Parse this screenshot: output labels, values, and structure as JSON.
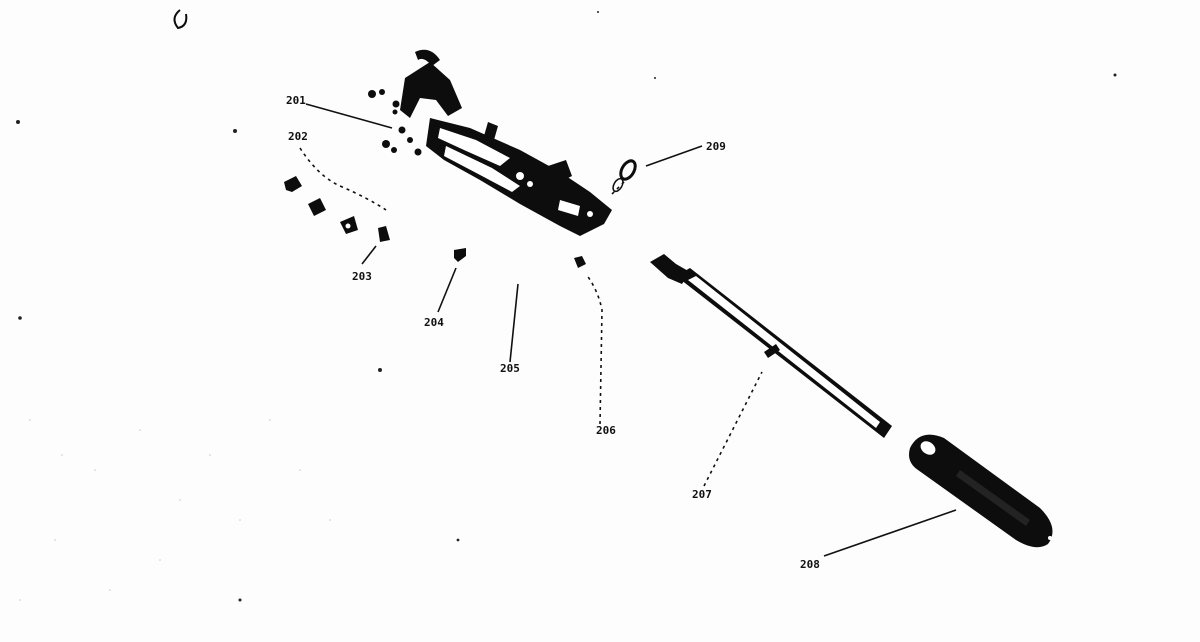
{
  "diagram": {
    "labels": {
      "p201": "201",
      "p202": "202",
      "p203": "203",
      "p204": "204",
      "p205": "205",
      "p206": "206",
      "p207": "207",
      "p208": "208",
      "p209": "209"
    },
    "colors": {
      "ink": "#0d0d0d",
      "paper": "#fdfdfd"
    }
  }
}
